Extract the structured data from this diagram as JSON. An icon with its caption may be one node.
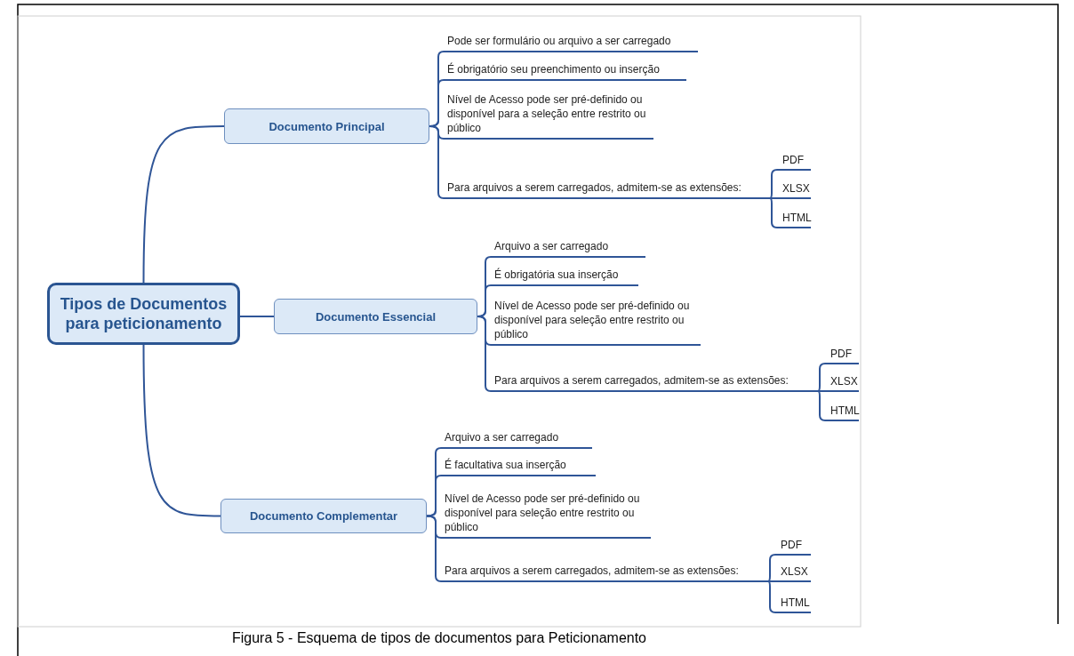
{
  "diagram": {
    "caption": "Figura 5 - Esquema de tipos de documentos para Peticionamento",
    "nodes": [
      {
        "text": [
          "Tipos de Documentos para peticionamento"
        ]
      },
      {
        "text": [
          "Documento Principal"
        ]
      },
      {
        "text": [
          "Pode ser formulário ou arquivo a ser carregado"
        ]
      },
      {
        "text": [
          "É obrigatório seu preenchimento ou inserção"
        ]
      },
      {
        "text": [
          "Nível de Acesso pode ser pré-definido ou disponível para a seleção entre restrito ou público"
        ]
      },
      {
        "text": [
          "Para arquivos a serem carregados, admitem-se as extensões:"
        ]
      },
      {
        "text": [
          "PDF"
        ]
      },
      {
        "text": [
          "XLSX"
        ]
      },
      {
        "text": [
          "HTML"
        ]
      },
      {
        "text": [
          "Documento Essencial"
        ]
      },
      {
        "text": [
          "Arquivo a ser carregado"
        ]
      },
      {
        "text": [
          "É obrigatória sua inserção"
        ]
      },
      {
        "text": [
          "Nível de Acesso pode ser pré-definido ou disponível para seleção entre restrito ou público"
        ]
      },
      {
        "text": [
          "Para arquivos a serem carregados, admitem-se as extensões:"
        ]
      },
      {
        "text": [
          "PDF"
        ]
      },
      {
        "text": [
          "XLSX"
        ]
      },
      {
        "text": [
          "HTML"
        ]
      },
      {
        "text": [
          "Documento Complementar"
        ]
      },
      {
        "text": [
          "Arquivo a ser carregado"
        ]
      },
      {
        "text": [
          "É facultativa sua inserção"
        ]
      },
      {
        "text": [
          "Nível de Acesso pode ser pré-definido ou disponível para seleção entre restrito ou público"
        ]
      },
      {
        "text": [
          "Para arquivos a serem carregados, admitem-se as extensões:"
        ]
      },
      {
        "text": [
          "PDF"
        ]
      },
      {
        "text": [
          "XLSX"
        ]
      },
      {
        "text": [
          "HTML"
        ]
      }
    ],
    "edges": [
      {
        "from": 0,
        "to": 1,
        "arrow": "none"
      },
      {
        "from": 1,
        "to": 2,
        "arrow": "none"
      },
      {
        "from": 1,
        "to": 3,
        "arrow": "none"
      },
      {
        "from": 1,
        "to": 4,
        "arrow": "none"
      },
      {
        "from": 1,
        "to": 5,
        "arrow": "none"
      },
      {
        "from": 5,
        "to": 6,
        "arrow": "none"
      },
      {
        "from": 5,
        "to": 7,
        "arrow": "none"
      },
      {
        "from": 5,
        "to": 8,
        "arrow": "none"
      },
      {
        "from": 0,
        "to": 9,
        "arrow": "none"
      },
      {
        "from": 9,
        "to": 10,
        "arrow": "none"
      },
      {
        "from": 9,
        "to": 11,
        "arrow": "none"
      },
      {
        "from": 9,
        "to": 12,
        "arrow": "none"
      },
      {
        "from": 9,
        "to": 13,
        "arrow": "none"
      },
      {
        "from": 13,
        "to": 14,
        "arrow": "none"
      },
      {
        "from": 13,
        "to": 15,
        "arrow": "none"
      },
      {
        "from": 13,
        "to": 16,
        "arrow": "none"
      },
      {
        "from": 0,
        "to": 17,
        "arrow": "none"
      },
      {
        "from": 17,
        "to": 18,
        "arrow": "none"
      },
      {
        "from": 17,
        "to": 19,
        "arrow": "none"
      },
      {
        "from": 17,
        "to": 20,
        "arrow": "none"
      },
      {
        "from": 17,
        "to": 21,
        "arrow": "none"
      },
      {
        "from": 21,
        "to": 22,
        "arrow": "none"
      },
      {
        "from": 21,
        "to": 23,
        "arrow": "none"
      },
      {
        "from": 21,
        "to": 24,
        "arrow": "none"
      }
    ]
  }
}
